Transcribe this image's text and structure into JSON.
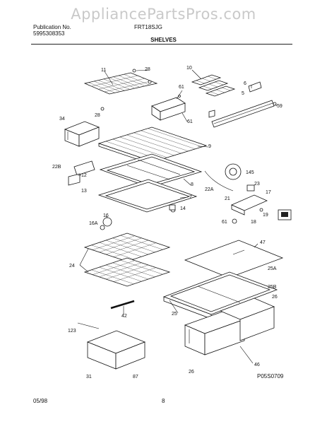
{
  "watermark": "AppliancePartsPros.com",
  "header": {
    "pub_label": "Publication No.",
    "pub_number": "5995308353",
    "model": "FRT18SJG",
    "section": "SHELVES"
  },
  "footer": {
    "date": "05/98",
    "page": "8",
    "figure_code": "P05S0709"
  },
  "callouts": [
    "11",
    "28",
    "10",
    "6",
    "5",
    "59",
    "61",
    "61",
    "28",
    "34",
    "9",
    "22B",
    "12",
    "13",
    "145",
    "22A",
    "8",
    "7",
    "23",
    "17",
    "21",
    "14",
    "16",
    "16A",
    "19",
    "61",
    "18",
    "47",
    "25A",
    "24",
    "25B",
    "25",
    "26",
    "42",
    "123",
    "31",
    "87",
    "26",
    "46"
  ]
}
